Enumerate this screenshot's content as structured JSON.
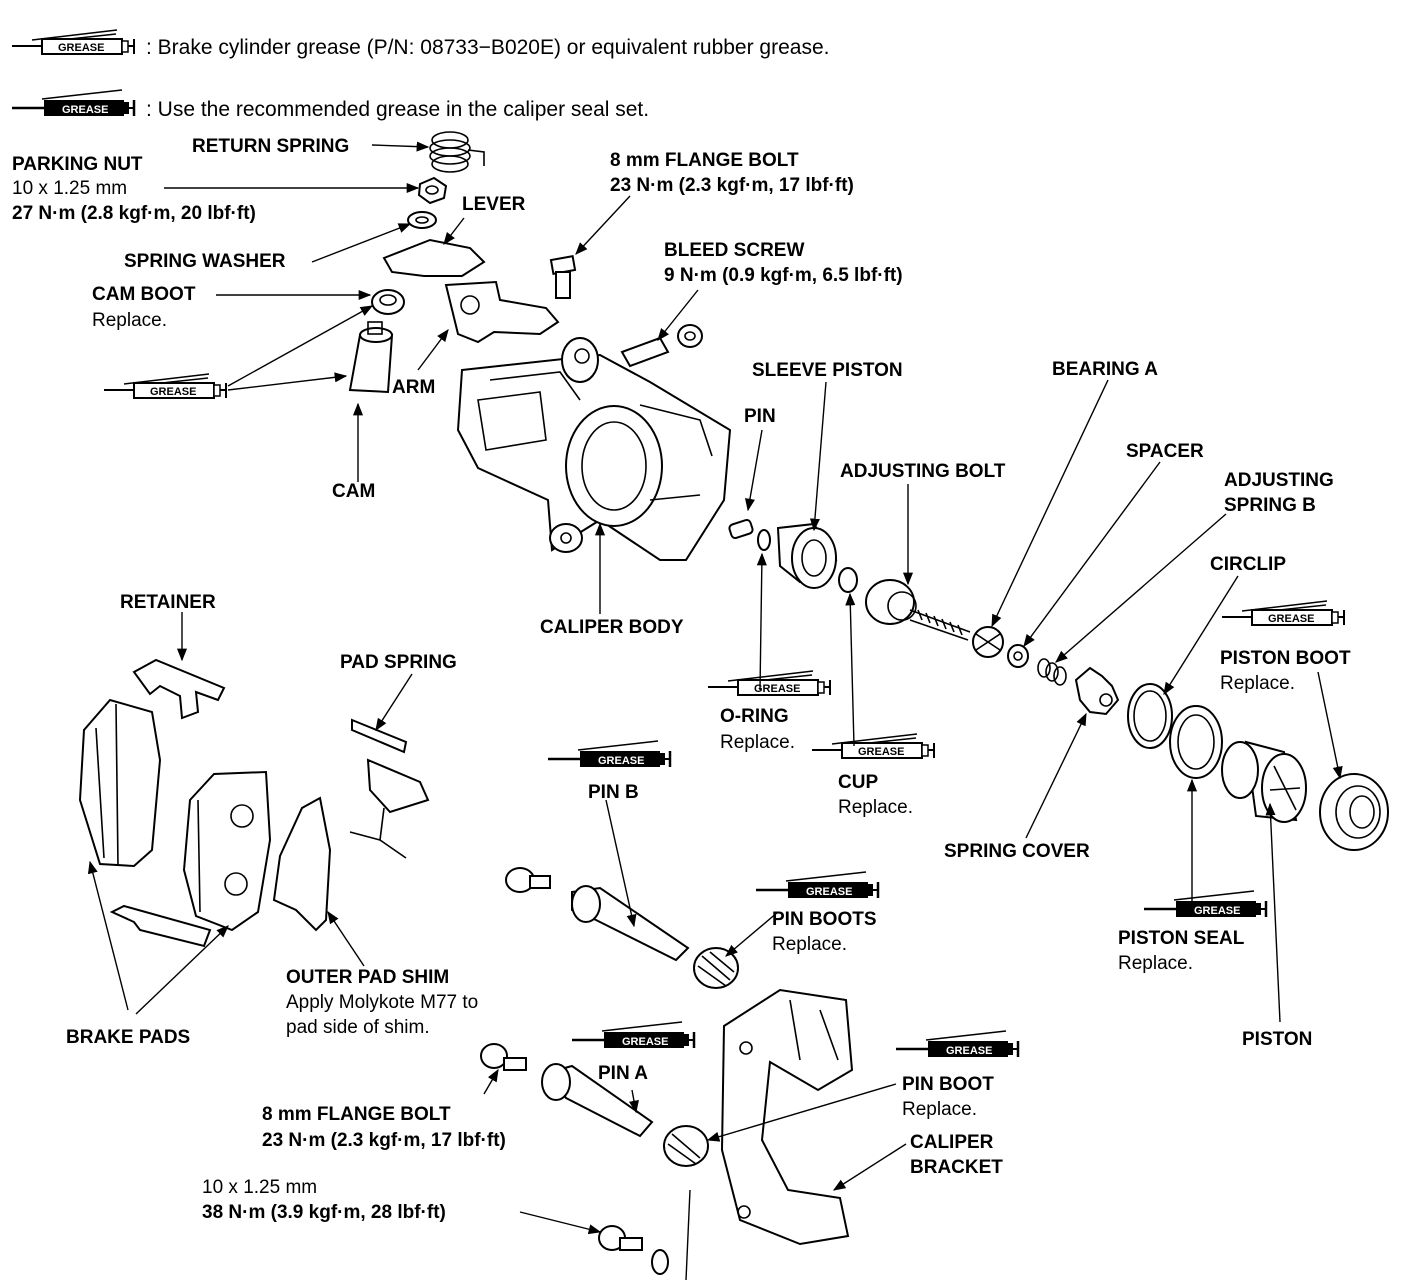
{
  "legend": {
    "grease_tag": "GREASE",
    "black_tag": "GREASE",
    "brake_cylinder": ": Brake cylinder grease (P/N: 08733−B020E) or equivalent rubber grease.",
    "caliper_seal": ": Use the recommended grease in the caliper seal set."
  },
  "labels": {
    "return_spring": "RETURN SPRING",
    "parking_nut": "PARKING NUT",
    "parking_nut_size": "10 x 1.25 mm",
    "parking_nut_torque": "27 N·m (2.8 kgf·m, 20 lbf·ft)",
    "lever": "LEVER",
    "spring_washer": "SPRING WASHER",
    "cam_boot": "CAM BOOT",
    "cam_boot_note": "Replace.",
    "arm": "ARM",
    "cam": "CAM",
    "flange_bolt_top": "8 mm FLANGE BOLT",
    "flange_bolt_top_torque": "23 N·m (2.3 kgf·m, 17 lbf·ft)",
    "bleed_screw": "BLEED SCREW",
    "bleed_screw_torque": "9 N·m (0.9 kgf·m, 6.5 lbf·ft)",
    "sleeve_piston": "SLEEVE PISTON",
    "pin": "PIN",
    "bearing_a": "BEARING A",
    "spacer": "SPACER",
    "adjusting_bolt": "ADJUSTING BOLT",
    "adjusting_spring_b_1": "ADJUSTING",
    "adjusting_spring_b_2": "SPRING B",
    "circlip": "CIRCLIP",
    "caliper_body": "CALIPER BODY",
    "o_ring": "O-RING",
    "o_ring_note": "Replace.",
    "cup": "CUP",
    "cup_note": "Replace.",
    "spring_cover": "SPRING COVER",
    "piston_boot": "PISTON BOOT",
    "piston_boot_note": "Replace.",
    "retainer": "RETAINER",
    "pad_spring": "PAD SPRING",
    "pin_b": "PIN B",
    "pin_boots": "PIN BOOTS",
    "pin_boots_note": "Replace.",
    "piston_seal": "PISTON SEAL",
    "piston_seal_note": "Replace.",
    "piston": "PISTON",
    "outer_pad_shim": "OUTER PAD SHIM",
    "outer_pad_shim_note1": "Apply Molykote M77 to",
    "outer_pad_shim_note2": "pad side of shim.",
    "brake_pads": "BRAKE PADS",
    "pin_a": "PIN A",
    "pin_boot": "PIN BOOT",
    "pin_boot_note": "Replace.",
    "flange_bolt_bottom": "8 mm FLANGE BOLT",
    "flange_bolt_bottom_torque": "23 N·m (2.3 kgf·m, 17 lbf·ft)",
    "caliper_bracket_1": "CALIPER",
    "caliper_bracket_2": "BRACKET",
    "bracket_bolt_size": "10 x 1.25 mm",
    "bracket_bolt_torque": "38 N·m (3.9 kgf·m, 28 lbf·ft)"
  }
}
